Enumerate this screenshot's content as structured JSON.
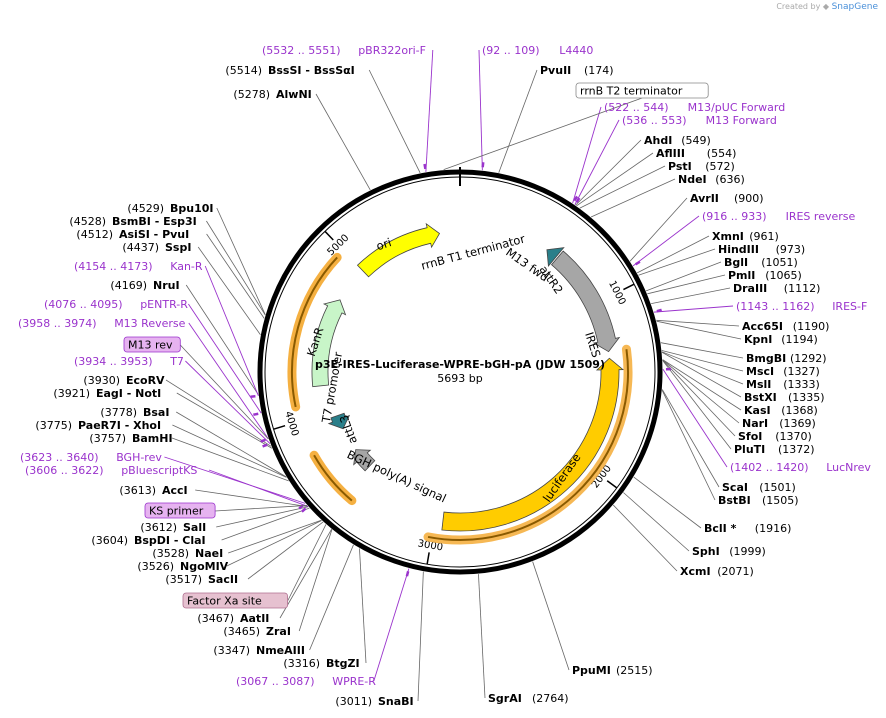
{
  "credit": {
    "prefix": "Created by",
    "brand": "SnapGene"
  },
  "plasmid": {
    "name": "p3E-IRES-Luciferase-WPRE-bGH-pA (JDW 1509)",
    "size": "5693 bp"
  },
  "ticks": [
    "1000",
    "2000",
    "3000",
    "4000",
    "5000"
  ],
  "features": [
    {
      "name": "ori",
      "color": "#ffff00"
    },
    {
      "name": "KanR",
      "color": "#c8f5c8"
    },
    {
      "name": "luciferase",
      "color": "#ffcc00"
    },
    {
      "name": "IRES",
      "color": "#a6a6a6"
    },
    {
      "name": "attR2",
      "color": "#2a7f8a"
    },
    {
      "name": "attL3",
      "color": "#2a7f8a"
    },
    {
      "name": "M13 fwd",
      "color": "#9a33cc"
    },
    {
      "name": "rrnB T1 terminator",
      "color": "#ffffff"
    },
    {
      "name": "BGH poly(A) signal",
      "color": "#a6a6a6"
    },
    {
      "name": "T7 promoter",
      "color": "#ffffff"
    }
  ],
  "enzymes": [
    {
      "name": "PvuII",
      "pos": "(174)"
    },
    {
      "name": "AhdI",
      "pos": "(549)"
    },
    {
      "name": "AflIII",
      "pos": "(554)"
    },
    {
      "name": "PstI",
      "pos": "(572)"
    },
    {
      "name": "NdeI",
      "pos": "(636)"
    },
    {
      "name": "AvrII",
      "pos": "(900)"
    },
    {
      "name": "XmnI",
      "pos": "(961)"
    },
    {
      "name": "HindIII",
      "pos": "(973)"
    },
    {
      "name": "BglI",
      "pos": "(1051)"
    },
    {
      "name": "PmlI",
      "pos": "(1065)"
    },
    {
      "name": "DraIII",
      "pos": "(1112)"
    },
    {
      "name": "Acc65I",
      "pos": "(1190)"
    },
    {
      "name": "KpnI",
      "pos": "(1194)"
    },
    {
      "name": "BmgBI",
      "pos": "(1292)"
    },
    {
      "name": "MscI",
      "pos": "(1327)"
    },
    {
      "name": "MslI",
      "pos": "(1333)"
    },
    {
      "name": "BstXI",
      "pos": "(1335)"
    },
    {
      "name": "KasI",
      "pos": "(1368)"
    },
    {
      "name": "NarI",
      "pos": "(1369)"
    },
    {
      "name": "SfoI",
      "pos": "(1370)"
    },
    {
      "name": "PluTI",
      "pos": "(1372)"
    },
    {
      "name": "ScaI",
      "pos": "(1501)"
    },
    {
      "name": "BstBI",
      "pos": "(1505)"
    },
    {
      "name": "BclI *",
      "pos": "(1916)"
    },
    {
      "name": "SphI",
      "pos": "(1999)"
    },
    {
      "name": "XcmI",
      "pos": "(2071)"
    },
    {
      "name": "PpuMI",
      "pos": "(2515)"
    },
    {
      "name": "SgrAI",
      "pos": "(2764)"
    },
    {
      "name": "SnaBI",
      "pos": "(3011)"
    },
    {
      "name": "BtgZI",
      "pos": "(3316)"
    },
    {
      "name": "NmeAIII",
      "pos": "(3347)"
    },
    {
      "name": "ZraI",
      "pos": "(3465)"
    },
    {
      "name": "AatII",
      "pos": "(3467)"
    },
    {
      "name": "SacII",
      "pos": "(3517)"
    },
    {
      "name": "NgoMIV",
      "pos": "(3526)"
    },
    {
      "name": "NaeI",
      "pos": "(3528)"
    },
    {
      "name": "BspDI - ClaI",
      "pos": "(3604)"
    },
    {
      "name": "SalI",
      "pos": "(3612)"
    },
    {
      "name": "AccI",
      "pos": "(3613)"
    },
    {
      "name": "BamHI",
      "pos": "(3757)"
    },
    {
      "name": "PaeR7I - XhoI",
      "pos": "(3775)"
    },
    {
      "name": "BsaI",
      "pos": "(3778)"
    },
    {
      "name": "EagI - NotI",
      "pos": "(3921)"
    },
    {
      "name": "EcoRV",
      "pos": "(3930)"
    },
    {
      "name": "NruI",
      "pos": "(4169)"
    },
    {
      "name": "SspI",
      "pos": "(4437)"
    },
    {
      "name": "AsiSI - PvuI",
      "pos": "(4512)"
    },
    {
      "name": "BsmBI - Esp3I",
      "pos": "(4528)"
    },
    {
      "name": "Bpu10I",
      "pos": "(4529)"
    },
    {
      "name": "AlwNI",
      "pos": "(5278)"
    },
    {
      "name": "BssSI - BssSαI",
      "pos": "(5514)"
    }
  ],
  "primers": [
    {
      "name": "pBR322ori-F",
      "range": "(5532 .. 5551)"
    },
    {
      "name": "L4440",
      "range": "(92 .. 109)"
    },
    {
      "name": "M13/pUC Forward",
      "range": "(522 .. 544)"
    },
    {
      "name": "M13 Forward",
      "range": "(536 .. 553)"
    },
    {
      "name": "IRES reverse",
      "range": "(916 .. 933)"
    },
    {
      "name": "IRES-F",
      "range": "(1143 .. 1162)"
    },
    {
      "name": "LucNrev",
      "range": "(1402 .. 1420)"
    },
    {
      "name": "WPRE-R",
      "range": "(3067 .. 3087)"
    },
    {
      "name": "BGH-rev",
      "range": "(3623 .. 3640)"
    },
    {
      "name": "pBluescriptKS",
      "range": "(3606 .. 3622)"
    },
    {
      "name": "T7",
      "range": "(3934 .. 3953)"
    },
    {
      "name": "M13 Reverse",
      "range": "(3958 .. 3974)"
    },
    {
      "name": "pENTR-R",
      "range": "(4076 .. 4095)"
    },
    {
      "name": "Kan-R",
      "range": "(4154 .. 4173)"
    }
  ],
  "boxed": [
    {
      "name": "rrnB T2 terminator",
      "fill": "#ffffff"
    },
    {
      "name": "M13 rev",
      "fill": "#e6b3f0"
    },
    {
      "name": "KS primer",
      "fill": "#e6b3f0"
    },
    {
      "name": "Factor Xa site",
      "fill": "#e6c1d0"
    }
  ]
}
